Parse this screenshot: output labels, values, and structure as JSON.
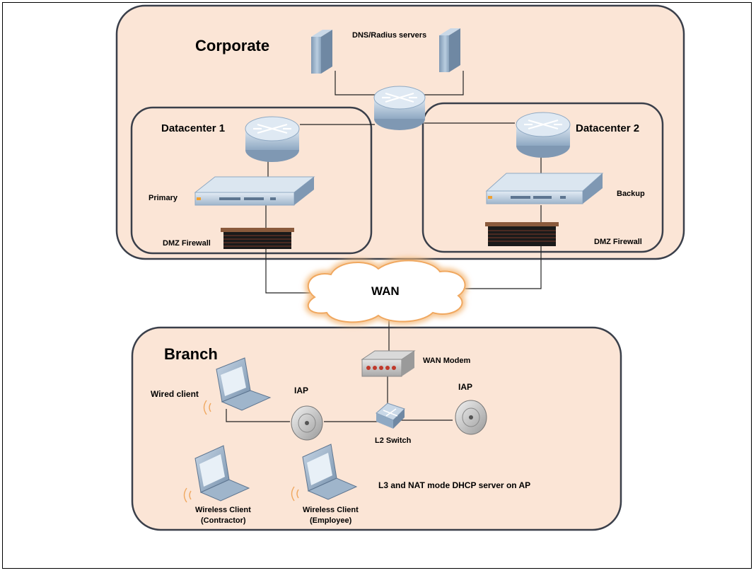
{
  "zones": {
    "corporate": "Corporate",
    "datacenter1": "Datacenter 1",
    "datacenter2": "Datacenter 2",
    "branch": "Branch"
  },
  "labels": {
    "dns_radius": "DNS/Radius servers",
    "primary": "Primary",
    "backup": "Backup",
    "dmz_firewall_1": "DMZ Firewall",
    "dmz_firewall_2": "DMZ Firewall",
    "wan": "WAN",
    "wan_modem": "WAN Modem",
    "wired_client": "Wired client",
    "iap_left": "IAP",
    "iap_right": "IAP",
    "l2_switch": "L2 Switch",
    "note": "L3 and NAT mode DHCP server  on AP",
    "wc_contractor_1": "Wireless Client",
    "wc_contractor_2": "(Contractor)",
    "wc_employee_1": "Wireless Client",
    "wc_employee_2": "(Employee)"
  },
  "colors": {
    "zone_fill": "#fbe5d6",
    "zone_stroke": "#3a3f4a",
    "device_blue": "#a9c2da",
    "wan_glow": "#f4b979",
    "modem_led": "#c0392b"
  }
}
